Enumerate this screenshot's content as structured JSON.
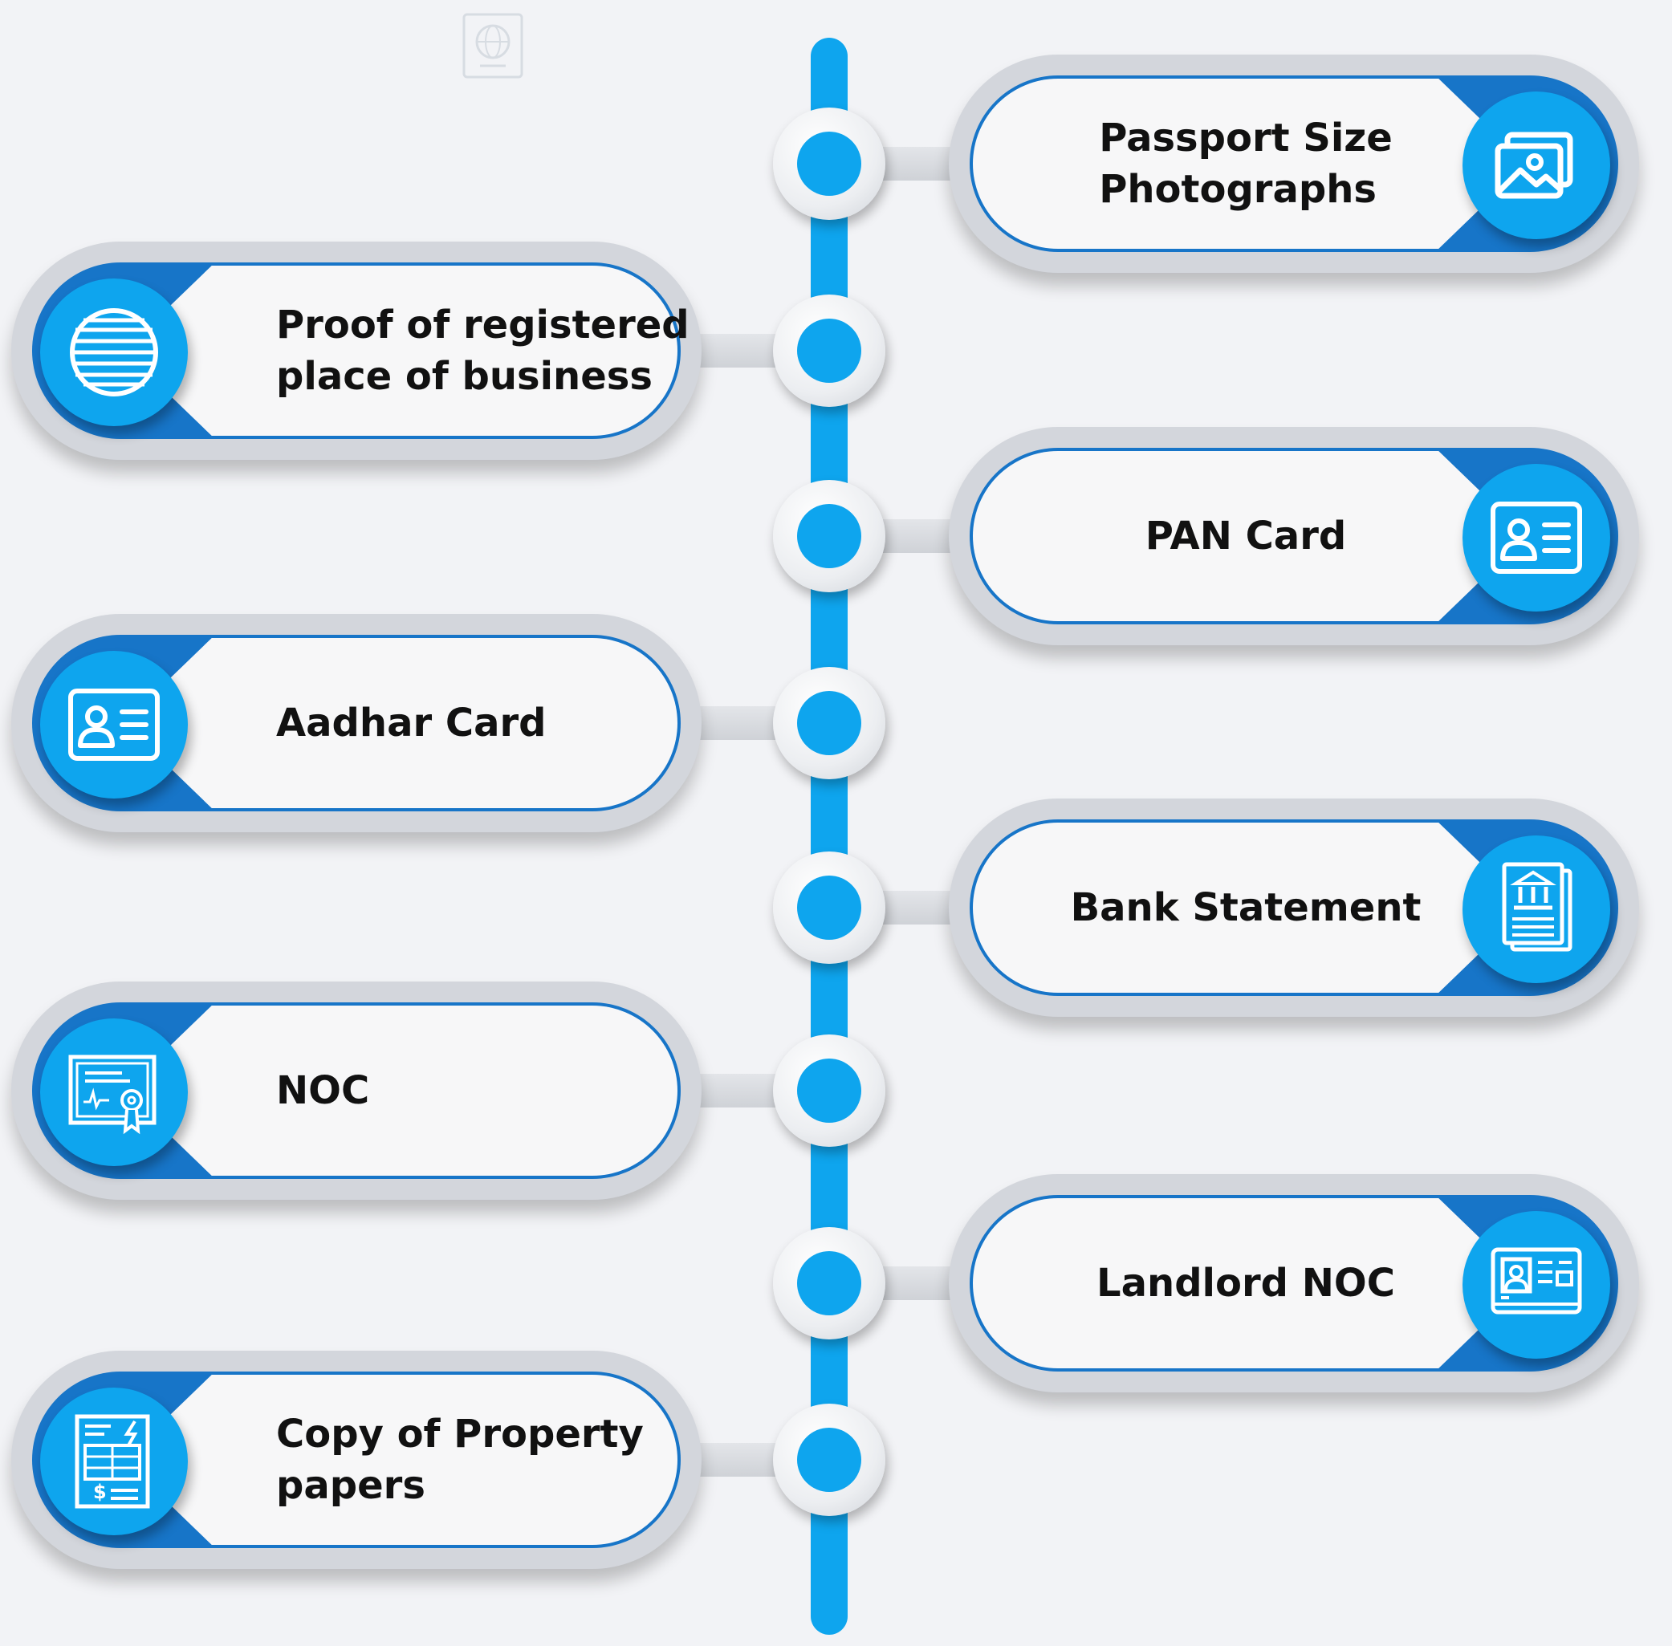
{
  "items": [
    {
      "label": "Passport Size\nPhotographs",
      "side": "right",
      "icon": "photos-icon"
    },
    {
      "label": "Proof of registered\nplace of business",
      "side": "left",
      "icon": "globe-icon"
    },
    {
      "label": "PAN Card",
      "side": "right",
      "icon": "id-card-icon"
    },
    {
      "label": "Aadhar Card",
      "side": "left",
      "icon": "id-card-icon"
    },
    {
      "label": "Bank Statement",
      "side": "right",
      "icon": "bank-document-icon"
    },
    {
      "label": "NOC",
      "side": "left",
      "icon": "certificate-icon"
    },
    {
      "label": "Landlord NOC",
      "side": "right",
      "icon": "id-badge-icon"
    },
    {
      "label": "Copy of Property\npapers",
      "side": "left",
      "icon": "bill-document-icon"
    }
  ],
  "colors": {
    "accent": "#0ea5ee",
    "card_blue": "#1775c8",
    "card_frame": "#d3d6dc",
    "card_face": "#f7f7f8",
    "text": "#111111",
    "background": "#f2f3f6"
  },
  "top_icon": "passport-icon"
}
